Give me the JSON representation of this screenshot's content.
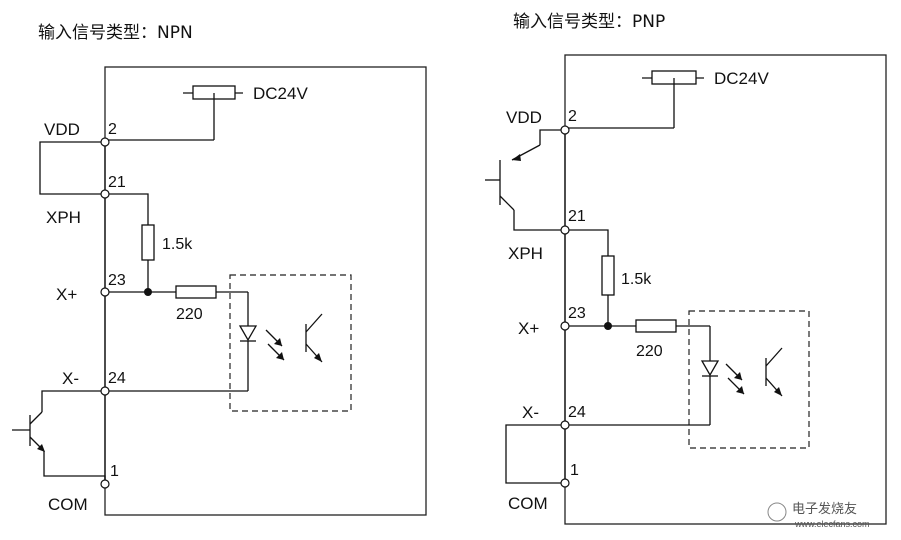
{
  "npn": {
    "title": "输入信号类型：NPN",
    "power": "DC24V",
    "labels": {
      "vdd": "VDD",
      "xph": "XPH",
      "xplus": "X+",
      "xminus": "X-",
      "com": "COM"
    },
    "pins": {
      "p2": "2",
      "p21": "21",
      "p23": "23",
      "p24": "24",
      "p1": "1"
    },
    "resistors": {
      "r1": "1.5k",
      "r2": "220"
    }
  },
  "pnp": {
    "title": "输入信号类型：PNP",
    "power": "DC24V",
    "labels": {
      "vdd": "VDD",
      "xph": "XPH",
      "xplus": "X+",
      "xminus": "X-",
      "com": "COM"
    },
    "pins": {
      "p2": "2",
      "p21": "21",
      "p23": "23",
      "p24": "24",
      "p1": "1"
    },
    "resistors": {
      "r1": "1.5k",
      "r2": "220"
    }
  },
  "watermark": "电子发烧友",
  "watermark_url": "www.elecfans.com"
}
